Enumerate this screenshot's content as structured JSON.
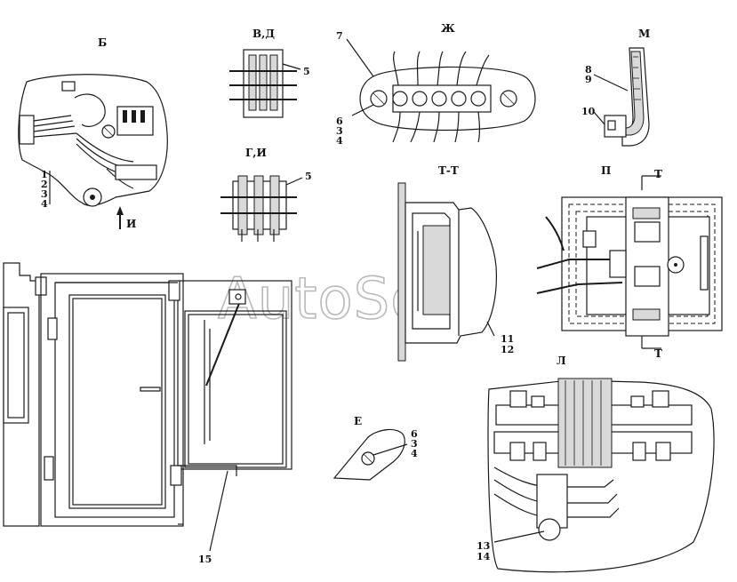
{
  "watermark": "AutoSoft",
  "views": {
    "b": "Б",
    "vd": "В,Д",
    "zh": "Ж",
    "m": "М",
    "gi": "Г,И",
    "tt": "Т-Т",
    "p": "П",
    "t_top": "Т",
    "t_bottom": "Т",
    "e": "Е",
    "l": "Л",
    "i_arrow": "И"
  },
  "callouts": {
    "b_stack": [
      "1",
      "2",
      "3",
      "4"
    ],
    "vd_ref": "5",
    "gi_ref": "5",
    "zh_top": "7",
    "zh_stack": [
      "6",
      "3",
      "4"
    ],
    "m_stack_a": [
      "8",
      "9"
    ],
    "m_ref": "10",
    "tt_stack": [
      "11",
      "12"
    ],
    "e_stack": [
      "6",
      "3",
      "4"
    ],
    "l_stack": [
      "13",
      "14"
    ],
    "cab_ref": "15"
  }
}
